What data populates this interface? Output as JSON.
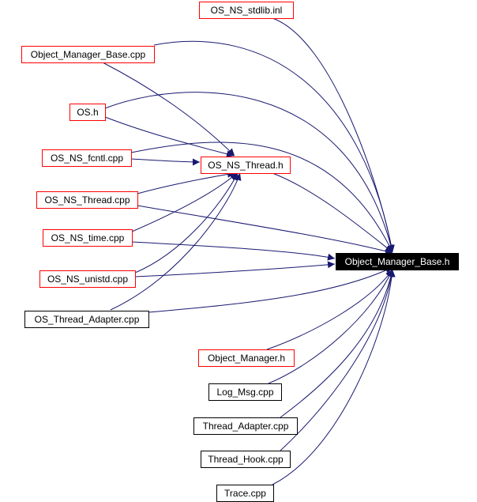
{
  "colors": {
    "edge": "#191970",
    "border_red": "#ff0000",
    "border_black": "#000000",
    "target_fill": "#000000",
    "target_text": "#ffffff",
    "node_fill": "#ffffff",
    "node_text": "#000000"
  },
  "nodes": [
    {
      "id": "stdlib_inl",
      "label": "OS_NS_stdlib.inl",
      "border": "red"
    },
    {
      "id": "om_base_cpp",
      "label": "Object_Manager_Base.cpp",
      "border": "red"
    },
    {
      "id": "os_h",
      "label": "OS.h",
      "border": "red"
    },
    {
      "id": "fcntl_cpp",
      "label": "OS_NS_fcntl.cpp",
      "border": "red"
    },
    {
      "id": "thread_h",
      "label": "OS_NS_Thread.h",
      "border": "red"
    },
    {
      "id": "thread_cpp",
      "label": "OS_NS_Thread.cpp",
      "border": "red"
    },
    {
      "id": "time_cpp",
      "label": "OS_NS_time.cpp",
      "border": "red"
    },
    {
      "id": "target",
      "label": "Object_Manager_Base.h",
      "border": "target"
    },
    {
      "id": "unistd_cpp",
      "label": "OS_NS_unistd.cpp",
      "border": "red"
    },
    {
      "id": "adapter_cpp",
      "label": "OS_Thread_Adapter.cpp",
      "border": "black"
    },
    {
      "id": "om_h",
      "label": "Object_Manager.h",
      "border": "red"
    },
    {
      "id": "logmsg_cpp",
      "label": "Log_Msg.cpp",
      "border": "black"
    },
    {
      "id": "tadapter_cpp",
      "label": "Thread_Adapter.cpp",
      "border": "black"
    },
    {
      "id": "thook_cpp",
      "label": "Thread_Hook.cpp",
      "border": "black"
    },
    {
      "id": "trace_cpp",
      "label": "Trace.cpp",
      "border": "black"
    }
  ],
  "edges": [
    {
      "from": "stdlib_inl",
      "to": "target"
    },
    {
      "from": "om_base_cpp",
      "to": "target"
    },
    {
      "from": "om_base_cpp",
      "to": "thread_h"
    },
    {
      "from": "os_h",
      "to": "target"
    },
    {
      "from": "os_h",
      "to": "thread_h"
    },
    {
      "from": "fcntl_cpp",
      "to": "thread_h"
    },
    {
      "from": "fcntl_cpp",
      "to": "target"
    },
    {
      "from": "thread_h",
      "to": "target"
    },
    {
      "from": "thread_cpp",
      "to": "thread_h"
    },
    {
      "from": "thread_cpp",
      "to": "target"
    },
    {
      "from": "time_cpp",
      "to": "thread_h"
    },
    {
      "from": "time_cpp",
      "to": "target"
    },
    {
      "from": "unistd_cpp",
      "to": "thread_h"
    },
    {
      "from": "unistd_cpp",
      "to": "target"
    },
    {
      "from": "adapter_cpp",
      "to": "thread_h"
    },
    {
      "from": "adapter_cpp",
      "to": "target"
    },
    {
      "from": "om_h",
      "to": "target"
    },
    {
      "from": "logmsg_cpp",
      "to": "target"
    },
    {
      "from": "tadapter_cpp",
      "to": "target"
    },
    {
      "from": "thook_cpp",
      "to": "target"
    },
    {
      "from": "trace_cpp",
      "to": "target"
    }
  ]
}
